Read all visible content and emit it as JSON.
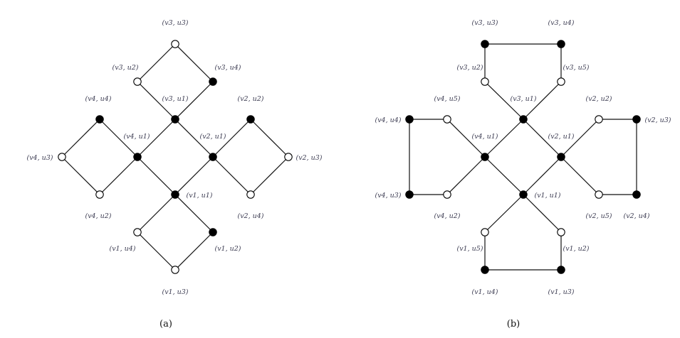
{
  "figures": [
    {
      "caption": "(a)",
      "nodes": [
        {
          "id": "v3u3",
          "label": "(v3, u3)",
          "filled": false
        },
        {
          "id": "v3u2",
          "label": "(v3, u2)",
          "filled": false
        },
        {
          "id": "v3u4",
          "label": "(v3, u4)",
          "filled": true
        },
        {
          "id": "v3u1",
          "label": "(v3, u1)",
          "filled": true
        },
        {
          "id": "v4u4",
          "label": "(v4, u4)",
          "filled": true
        },
        {
          "id": "v4u1",
          "label": "(v4, u1)",
          "filled": true
        },
        {
          "id": "v4u3",
          "label": "(v4, u3)",
          "filled": false
        },
        {
          "id": "v4u2",
          "label": "(v4, u2)",
          "filled": false
        },
        {
          "id": "v2u2",
          "label": "(v2, u2)",
          "filled": true
        },
        {
          "id": "v2u1",
          "label": "(v2, u1)",
          "filled": true
        },
        {
          "id": "v2u3",
          "label": "(v2, u3)",
          "filled": false
        },
        {
          "id": "v2u4",
          "label": "(v2, u4)",
          "filled": false
        },
        {
          "id": "v1u1",
          "label": "(v1, u1)",
          "filled": true
        },
        {
          "id": "v1u4",
          "label": "(v1, u4)",
          "filled": false
        },
        {
          "id": "v1u2",
          "label": "(v1, u2)",
          "filled": true
        },
        {
          "id": "v1u3",
          "label": "(v1, u3)",
          "filled": false
        }
      ],
      "edges": [
        [
          "v3u1",
          "v3u2"
        ],
        [
          "v3u2",
          "v3u3"
        ],
        [
          "v3u3",
          "v3u4"
        ],
        [
          "v3u4",
          "v3u1"
        ],
        [
          "v4u1",
          "v4u4"
        ],
        [
          "v4u4",
          "v4u3"
        ],
        [
          "v4u3",
          "v4u2"
        ],
        [
          "v4u2",
          "v4u1"
        ],
        [
          "v2u1",
          "v2u2"
        ],
        [
          "v2u2",
          "v2u3"
        ],
        [
          "v2u3",
          "v2u4"
        ],
        [
          "v2u4",
          "v2u1"
        ],
        [
          "v1u1",
          "v1u4"
        ],
        [
          "v1u4",
          "v1u3"
        ],
        [
          "v1u3",
          "v1u2"
        ],
        [
          "v1u2",
          "v1u1"
        ],
        [
          "v3u1",
          "v4u1"
        ],
        [
          "v3u1",
          "v2u1"
        ],
        [
          "v4u1",
          "v1u1"
        ],
        [
          "v2u1",
          "v1u1"
        ]
      ]
    },
    {
      "caption": "(b)",
      "nodes": [
        {
          "id": "v3u3",
          "label": "(v3, u3)",
          "filled": true
        },
        {
          "id": "v3u4",
          "label": "(v3, u4)",
          "filled": true
        },
        {
          "id": "v3u2",
          "label": "(v3, u2)",
          "filled": false
        },
        {
          "id": "v3u5",
          "label": "(v3, u5)",
          "filled": false
        },
        {
          "id": "v3u1",
          "label": "(v3, u1)",
          "filled": true
        },
        {
          "id": "v4u5",
          "label": "(v4, u5)",
          "filled": false
        },
        {
          "id": "v4u4",
          "label": "(v4, u4)",
          "filled": true
        },
        {
          "id": "v4u3",
          "label": "(v4, u3)",
          "filled": true
        },
        {
          "id": "v4u2",
          "label": "(v4, u2)",
          "filled": false
        },
        {
          "id": "v4u1",
          "label": "(v4, u1)",
          "filled": true
        },
        {
          "id": "v2u2",
          "label": "(v2, u2)",
          "filled": false
        },
        {
          "id": "v2u3",
          "label": "(v2, u3)",
          "filled": true
        },
        {
          "id": "v2u4",
          "label": "(v2, u4)",
          "filled": true
        },
        {
          "id": "v2u5",
          "label": "(v2, u5)",
          "filled": false
        },
        {
          "id": "v2u1",
          "label": "(v2, u1)",
          "filled": true
        },
        {
          "id": "v1u1",
          "label": "(v1, u1)",
          "filled": true
        },
        {
          "id": "v1u5",
          "label": "(v1, u5)",
          "filled": false
        },
        {
          "id": "v1u2",
          "label": "(v1, u2)",
          "filled": false
        },
        {
          "id": "v1u4",
          "label": "(v1, u4)",
          "filled": true
        },
        {
          "id": "v1u3",
          "label": "(v1, u3)",
          "filled": true
        }
      ],
      "edges": [
        [
          "v3u2",
          "v3u3"
        ],
        [
          "v3u3",
          "v3u4"
        ],
        [
          "v3u4",
          "v3u5"
        ],
        [
          "v4u5",
          "v4u4"
        ],
        [
          "v4u4",
          "v4u3"
        ],
        [
          "v4u3",
          "v4u2"
        ],
        [
          "v2u2",
          "v2u3"
        ],
        [
          "v2u3",
          "v2u4"
        ],
        [
          "v2u4",
          "v2u5"
        ],
        [
          "v1u5",
          "v1u4"
        ],
        [
          "v1u4",
          "v1u3"
        ],
        [
          "v1u3",
          "v1u2"
        ],
        [
          "v3u2",
          "v3u1"
        ],
        [
          "v3u5",
          "v3u1"
        ],
        [
          "v4u5",
          "v4u1"
        ],
        [
          "v4u2",
          "v4u1"
        ],
        [
          "v2u2",
          "v2u1"
        ],
        [
          "v2u5",
          "v2u1"
        ],
        [
          "v1u5",
          "v1u1"
        ],
        [
          "v1u2",
          "v1u1"
        ],
        [
          "v3u1",
          "v4u1"
        ],
        [
          "v3u1",
          "v2u1"
        ],
        [
          "v4u1",
          "v1u1"
        ],
        [
          "v2u1",
          "v1u1"
        ]
      ]
    }
  ]
}
